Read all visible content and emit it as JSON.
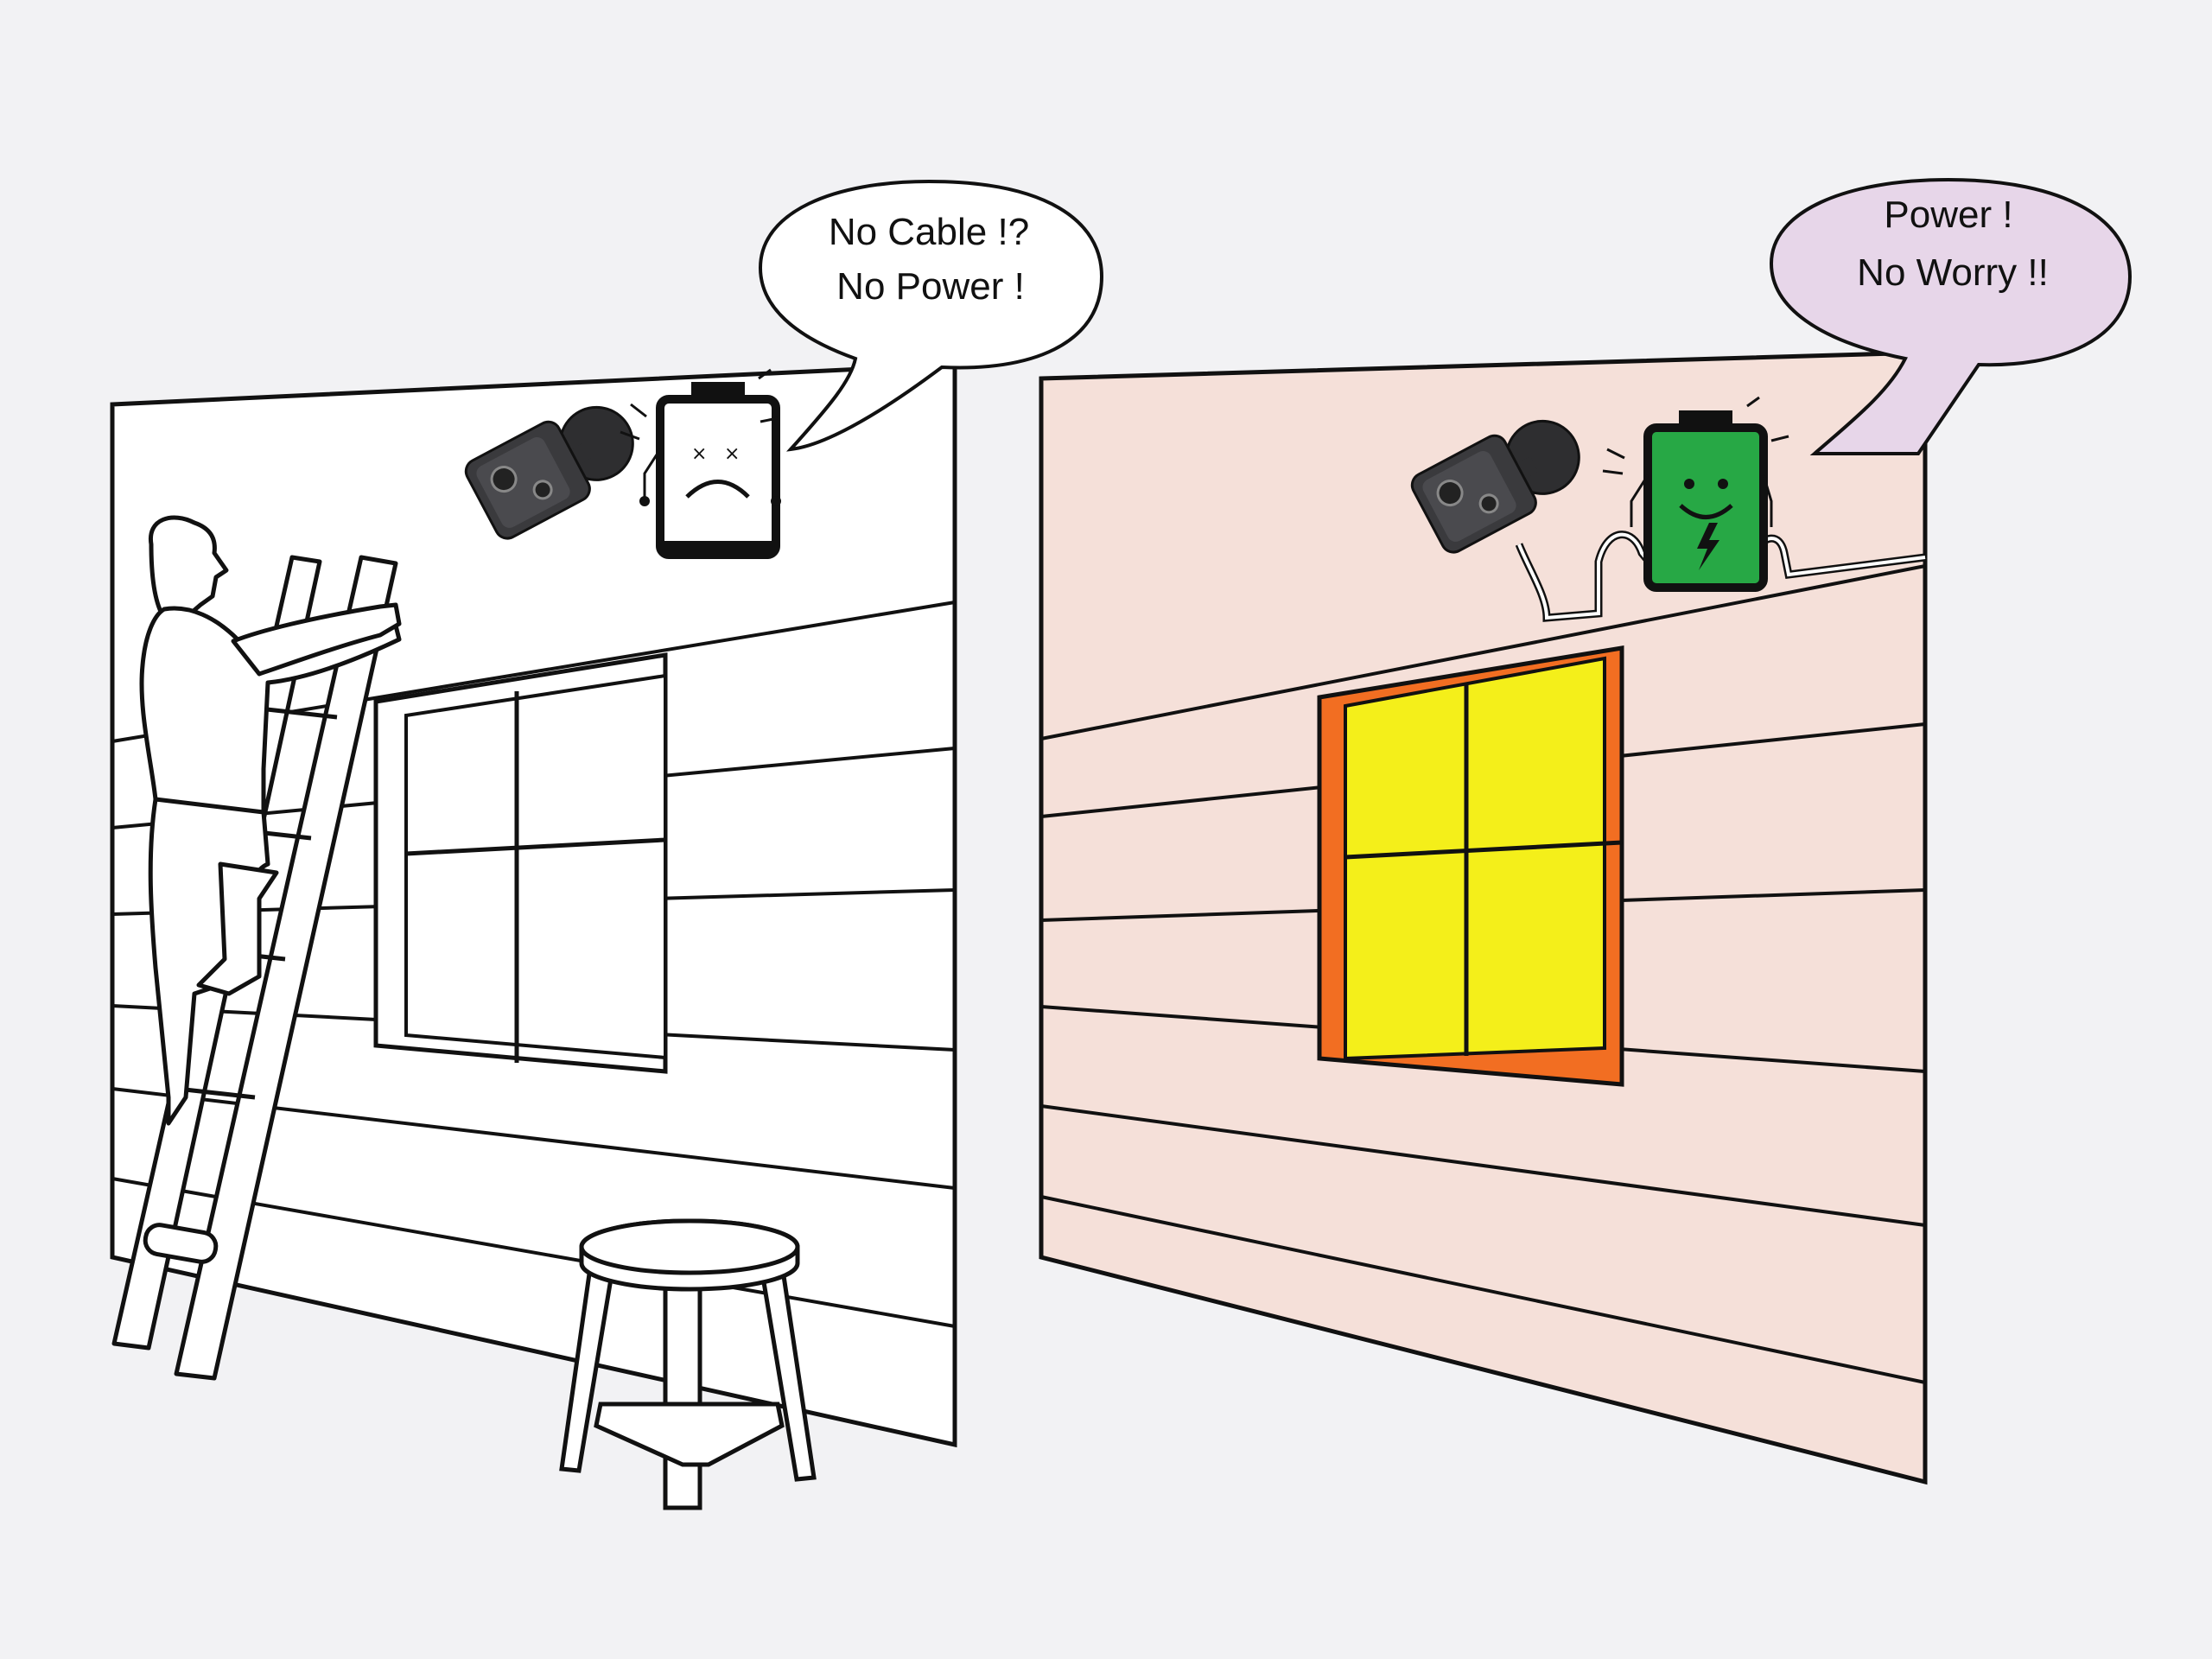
{
  "colors": {
    "background": "#f2f2f4",
    "left_wall": "#ffffff",
    "right_wall": "#f5e0d9",
    "window_glass_powered": "#f4ef1a",
    "window_frame_powered": "#f26e22",
    "battery_full": "#27a845",
    "bubble_right": "#e7d6e9",
    "bubble_left": "#ffffff",
    "camera": "#3a3a3d"
  },
  "left_panel": {
    "speech": {
      "line1": "No Cable !?",
      "line2": "No Power !"
    },
    "battery_state": "empty",
    "icons": [
      "security-camera-icon",
      "dead-battery-icon",
      "man-on-ladder-figure",
      "stool-icon"
    ]
  },
  "right_panel": {
    "speech": {
      "line1": "Power !",
      "line2": "No Worry !!"
    },
    "battery_state": "full",
    "icons": [
      "security-camera-icon",
      "charged-battery-icon",
      "power-cable-icon"
    ]
  }
}
